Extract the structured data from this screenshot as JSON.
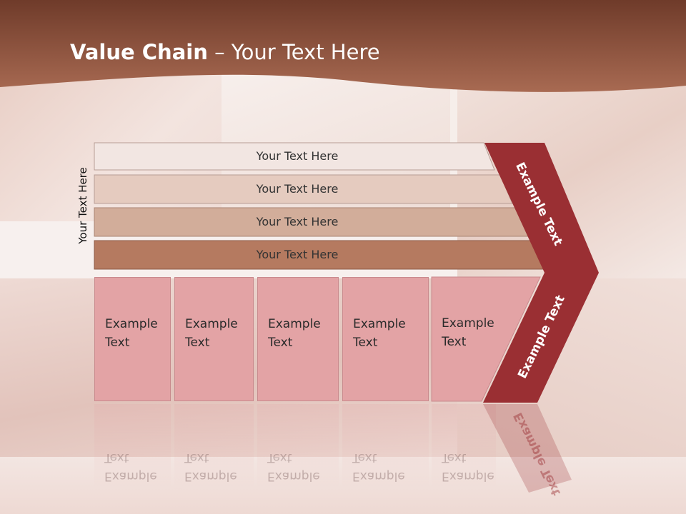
{
  "slide": {
    "title_bold": "Value Chain",
    "title_rest": " – Your Text Here",
    "side_label": "Your Text Here"
  },
  "rows": [
    {
      "label": "Your Text Here",
      "color": "#f2e6e2"
    },
    {
      "label": "Your Text Here",
      "color": "#e5cbbf"
    },
    {
      "label": "Your Text Here",
      "color": "#d2ad9a"
    },
    {
      "label": "Your Text Here",
      "color": "#b57a60"
    }
  ],
  "boxes": [
    {
      "label": "Example\nText"
    },
    {
      "label": "Example\nText"
    },
    {
      "label": "Example\nText"
    },
    {
      "label": "Example\nText"
    },
    {
      "label": "Example\nText"
    }
  ],
  "chevron": {
    "upper_text": "Example Text",
    "lower_text": "Example Text",
    "color": "#9a2f33"
  },
  "colors": {
    "header": "#8a4e3b",
    "box_fill": "#e3a3a5"
  }
}
